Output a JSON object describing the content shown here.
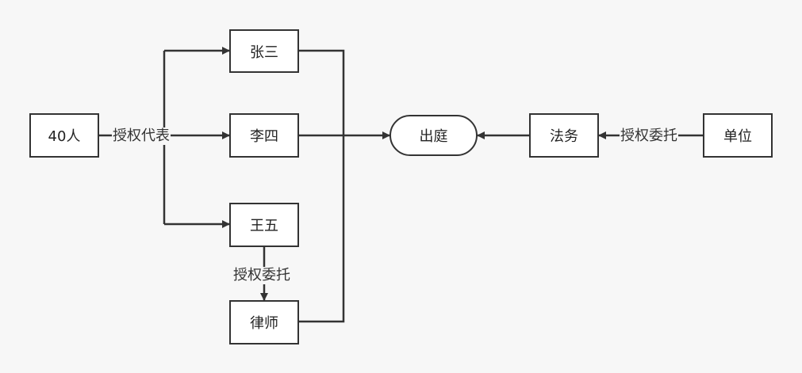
{
  "nodes": {
    "group": "40人",
    "zhang": "张三",
    "li": "李四",
    "wang": "王五",
    "lawyer": "律师",
    "court": "出庭",
    "legal": "法务",
    "unit": "单位"
  },
  "edge_labels": {
    "authorize_represent": "授权代表",
    "entrust_lawyer": "授权委托",
    "entrust_legal": "授权委托"
  },
  "colors": {
    "stroke": "#333333",
    "node_fill": "#ffffff",
    "background": "#f7f7f7"
  }
}
